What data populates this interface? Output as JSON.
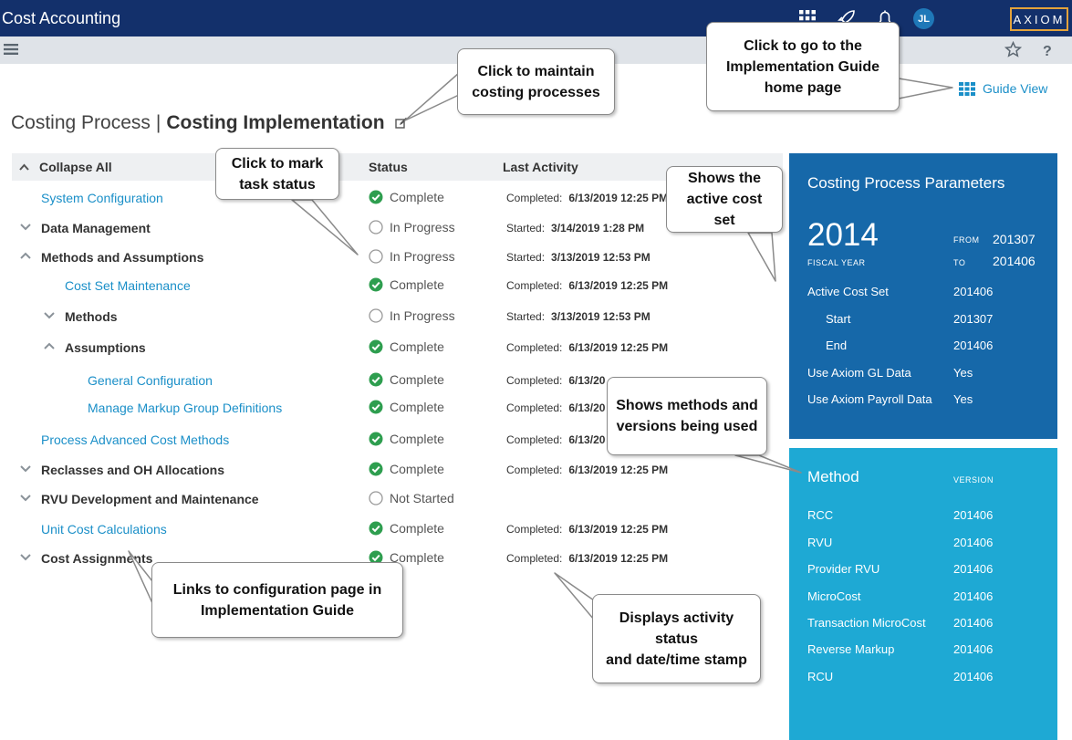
{
  "app": {
    "title": "Cost Accounting",
    "avatar_initials": "JL",
    "logo_text": "AXIOM",
    "top_icons": [
      "grid-icon",
      "rocket-icon",
      "bell-icon"
    ],
    "toolbar_icons": [
      "hamburger-icon",
      "star-icon",
      "help-icon"
    ]
  },
  "header": {
    "prefix": "Costing Process",
    "separator": "|",
    "title": "Costing Implementation",
    "guide_view": "Guide View"
  },
  "table": {
    "collapse_all": "Collapse All",
    "status_header": "Status",
    "activity_header": "Last Activity",
    "rows": [
      {
        "name": "System Configuration",
        "status": "Complete",
        "activity_label": "Completed:",
        "activity_value": "6/13/2019 12:25 PM"
      },
      {
        "name": "Data Management",
        "status": "In Progress",
        "activity_label": "Started:",
        "activity_value": "3/14/2019 1:28 PM"
      },
      {
        "name": "Methods and Assumptions",
        "status": "In Progress",
        "activity_label": "Started:",
        "activity_value": "3/13/2019 12:53 PM"
      },
      {
        "name": "Cost Set Maintenance",
        "status": "Complete",
        "activity_label": "Completed:",
        "activity_value": "6/13/2019 12:25 PM"
      },
      {
        "name": "Methods",
        "status": "In Progress",
        "activity_label": "Started:",
        "activity_value": "3/13/2019 12:53 PM"
      },
      {
        "name": "Assumptions",
        "status": "Complete",
        "activity_label": "Completed:",
        "activity_value": "6/13/2019 12:25 PM"
      },
      {
        "name": "General Configuration",
        "status": "Complete",
        "activity_label": "Completed:",
        "activity_value": "6/13/20"
      },
      {
        "name": "Manage Markup Group Definitions",
        "status": "Complete",
        "activity_label": "Completed:",
        "activity_value": "6/13/20"
      },
      {
        "name": "Process Advanced Cost Methods",
        "status": "Complete",
        "activity_label": "Completed:",
        "activity_value": "6/13/20"
      },
      {
        "name": "Reclasses and OH Allocations",
        "status": "Complete",
        "activity_label": "Completed:",
        "activity_value": "6/13/2019 12:25 PM"
      },
      {
        "name": "RVU Development and Maintenance",
        "status": "Not Started",
        "activity_label": "",
        "activity_value": ""
      },
      {
        "name": "Unit Cost Calculations",
        "status": "Complete",
        "activity_label": "Completed:",
        "activity_value": "6/13/2019 12:25 PM"
      },
      {
        "name": "Cost Assignments",
        "status": "Complete",
        "activity_label": "Completed:",
        "activity_value": "6/13/2019 12:25 PM"
      }
    ]
  },
  "params": {
    "title": "Costing Process Parameters",
    "fiscal_year": "2014",
    "fiscal_year_label": "FISCAL YEAR",
    "from_label": "FROM",
    "from_value": "201307",
    "to_label": "TO",
    "to_value": "201406",
    "items": [
      {
        "label": "Active Cost Set",
        "value": "201406"
      },
      {
        "label": "Start",
        "value": "201307"
      },
      {
        "label": "End",
        "value": "201406"
      },
      {
        "label": "Use Axiom GL Data",
        "value": "Yes"
      },
      {
        "label": "Use Axiom Payroll Data",
        "value": "Yes"
      }
    ]
  },
  "methods": {
    "title": "Method",
    "version_label": "VERSION",
    "items": [
      {
        "name": "RCC",
        "version": "201406"
      },
      {
        "name": "RVU",
        "version": "201406"
      },
      {
        "name": "Provider RVU",
        "version": "201406"
      },
      {
        "name": "MicroCost",
        "version": "201406"
      },
      {
        "name": "Transaction MicroCost",
        "version": "201406"
      },
      {
        "name": "Reverse Markup",
        "version": "201406"
      },
      {
        "name": "RCU",
        "version": "201406"
      }
    ]
  },
  "callouts": {
    "maintain": "Click to maintain\ncosting processes",
    "guide": "Click to go to the\nImplementation Guide\nhome page",
    "status": "Click to mark\ntask status",
    "costset": "Shows the\nactive cost set",
    "methods": "Shows methods and\nversions being used",
    "links": "Links to configuration page in\nImplementation Guide",
    "activity": "Displays activity status\nand date/time stamp"
  },
  "colors": {
    "topbar": "#13306b",
    "link": "#1a8fc8",
    "complete": "#2e9e4f",
    "params_panel": "#1668a9",
    "methods_panel": "#1ea9d4",
    "logo_border": "#e3a23b"
  }
}
